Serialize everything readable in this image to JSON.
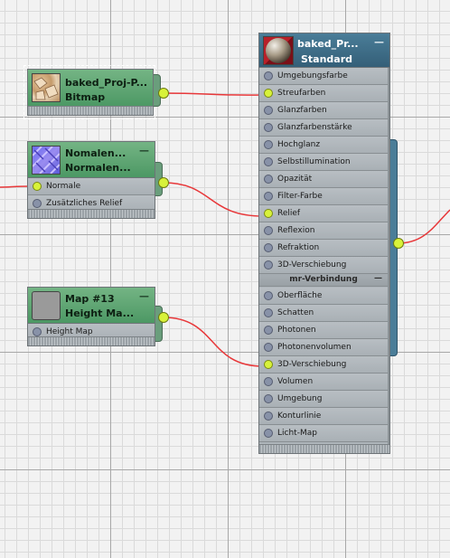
{
  "nodes": {
    "bitmap": {
      "title1": "baked_Proj-P...",
      "title2": "Bitmap",
      "minus": "—"
    },
    "normal": {
      "title1": "Nomalen...",
      "title2": "Normalen...",
      "minus": "—",
      "inputs": [
        "Normale",
        "Zusätzliches Relief"
      ]
    },
    "height": {
      "title1": "Map #13",
      "title2": "Height Ma...",
      "minus": "—",
      "inputs": [
        "Height Map"
      ]
    },
    "material": {
      "title1": "baked_Pr...",
      "title2": "Standard",
      "minus": "—",
      "slots": [
        "Umgebungsfarbe",
        "Streufarben",
        "Glanzfarben",
        "Glanzfarbenstärke",
        "Hochglanz",
        "Selbstillumination",
        "Opazität",
        "Filter-Farbe",
        "Relief",
        "Reflexion",
        "Refraktion",
        "3D-Verschiebung"
      ],
      "section_label": "mr-Verbindung",
      "section_minus": "—",
      "mr_slots": [
        "Oberfläche",
        "Schatten",
        "Photonen",
        "Photonenvolumen",
        "3D-Verschiebung",
        "Volumen",
        "Umgebung",
        "Konturlinie",
        "Licht-Map"
      ]
    }
  },
  "colors": {
    "wire": "#e8383a",
    "socket_connected": "#d8f23a",
    "socket_free": "#8892a8",
    "map_header": "#5aa672",
    "material_header": "#3e6e88"
  }
}
